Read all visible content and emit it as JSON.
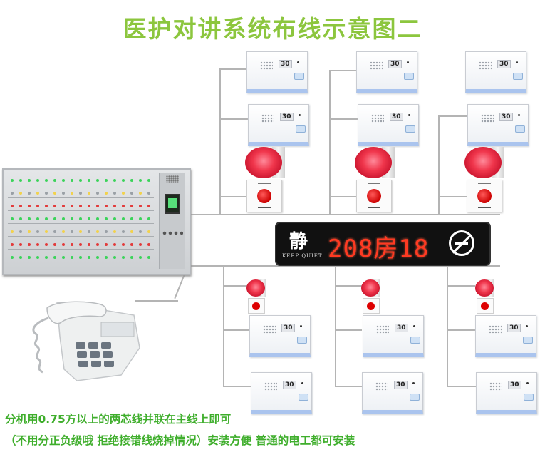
{
  "title": "医护对讲系统布线示意图二",
  "extension": {
    "number": "30"
  },
  "sign": {
    "char": "静",
    "subtitle": "KEEP QUIET",
    "room_text": "208房18"
  },
  "notes": {
    "line1": "分机用0.75方以上的两芯线并联在主线上即可",
    "line2": "（不用分正负级哦 拒绝接错线烧掉情况）安装方便 普通的电工都可安装"
  },
  "colors": {
    "title": "#8cc63e",
    "notes": "#3fae2c",
    "led": "#ff3a22",
    "wire": "#b4b4b4"
  }
}
